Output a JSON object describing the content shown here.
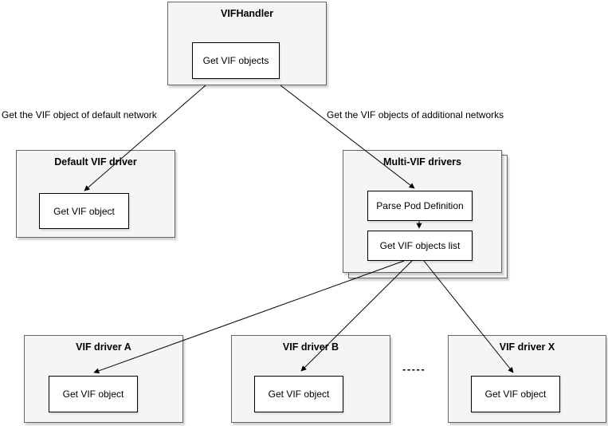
{
  "diagram": {
    "vif_handler": {
      "title": "VIFHandler",
      "step": "Get VIF objects"
    },
    "default_driver": {
      "title": "Default VIF driver",
      "step": "Get VIF object"
    },
    "multi_vif": {
      "title": "Multi-VIF drivers",
      "step1": "Parse Pod Definition",
      "step2": "Get VIF objects list"
    },
    "driver_a": {
      "title": "VIF driver A",
      "step": "Get VIF object"
    },
    "driver_b": {
      "title": "VIF driver B",
      "step": "Get VIF object"
    },
    "driver_x": {
      "title": "VIF driver X",
      "step": "Get VIF object"
    },
    "label_default": "Get the VIF object of default network",
    "label_additional": "Get the VIF objects of additional networks",
    "ellipsis": "-----",
    "colors": {
      "node_fill": "#f5f5f5",
      "node_border": "#666666",
      "step_fill": "#ffffff",
      "step_border": "#000000",
      "arrow": "#000000"
    }
  }
}
